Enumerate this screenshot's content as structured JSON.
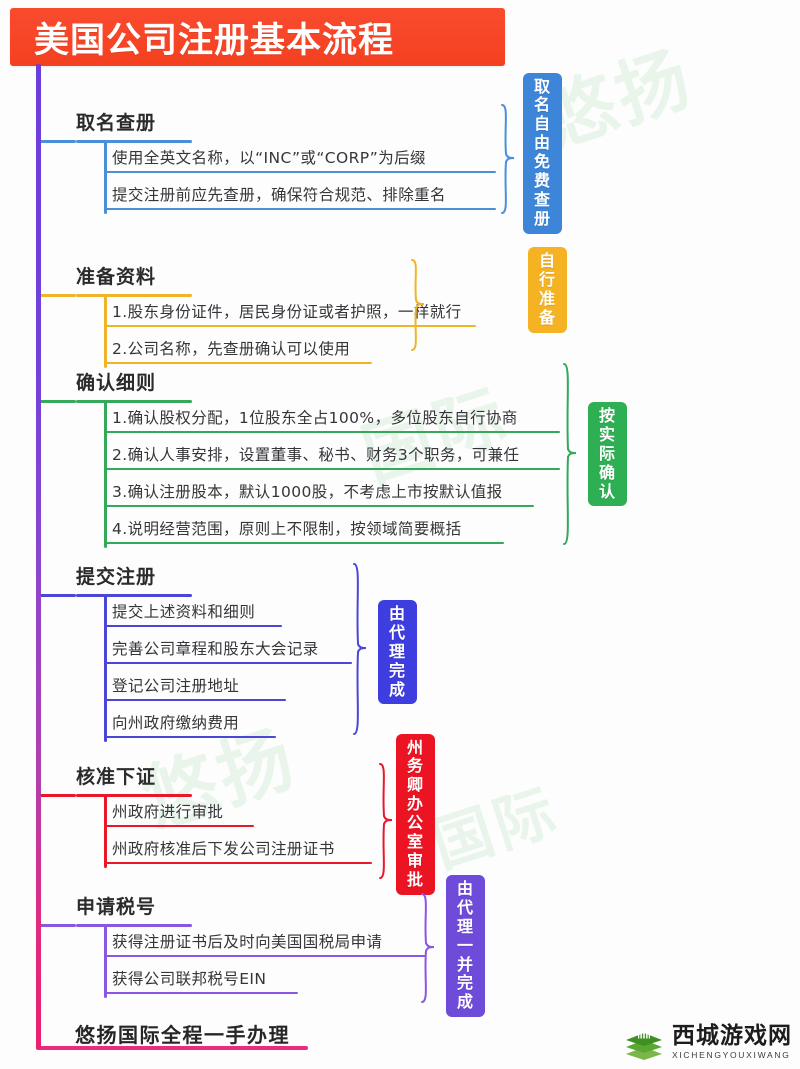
{
  "header": {
    "title": "美国公司注册基本流程",
    "bg_color": "#f3401f"
  },
  "watermark": {
    "text_1": "悠扬",
    "text_2": "国际",
    "text_3": "悠扬",
    "text_4": "国际"
  },
  "spine": {
    "gradient_start": "#6b3ddb",
    "gradient_end": "#ec1f6f"
  },
  "sections": [
    {
      "title": "取名查册",
      "color": "#4a90d9",
      "badge": {
        "lines": [
          "取名自由",
          "免费查册"
        ],
        "color": "#3d85d8"
      },
      "rows": [
        {
          "text": "使用全英文名称，以“INC”或“CORP”为后缀"
        },
        {
          "text": "提交注册前应先查册，确保符合规范、排除重名"
        }
      ]
    },
    {
      "title": "准备资料",
      "color": "#f0b429",
      "badge": {
        "lines": [
          "自行准备"
        ],
        "color": "#f5b324"
      },
      "rows": [
        {
          "text": "1.股东身份证件，居民身份证或者护照，一样就行"
        },
        {
          "text": "2.公司名称，先查册确认可以使用"
        }
      ]
    },
    {
      "title": "确认细则",
      "color": "#36a85a",
      "badge": {
        "lines": [
          "按实际确认"
        ],
        "color": "#2faf53"
      },
      "rows": [
        {
          "text": "1.确认股权分配，1位股东全占100%，多位股东自行协商"
        },
        {
          "text": "2.确认人事安排，设置董事、秘书、财务3个职务，可兼任"
        },
        {
          "text": "3.确认注册股本，默认1000股，不考虑上市按默认值报"
        },
        {
          "text": "4.说明经营范围，原则上不限制，按领域简要概括"
        }
      ]
    },
    {
      "title": "提交注册",
      "color": "#4a46d6",
      "badge": {
        "lines": [
          "由代理完成"
        ],
        "color": "#3d3de0"
      },
      "rows": [
        {
          "text": "提交上述资料和细则"
        },
        {
          "text": "完善公司章程和股东大会记录"
        },
        {
          "text": "登记公司注册地址"
        },
        {
          "text": "向州政府缴纳费用"
        }
      ]
    },
    {
      "title": "核准下证",
      "color": "#e8172a",
      "badge": {
        "lines": [
          "州务卿办公室审批"
        ],
        "color": "#ec1423"
      },
      "rows": [
        {
          "text": "州政府进行审批"
        },
        {
          "text": "州政府核准后下发公司注册证书"
        }
      ]
    },
    {
      "title": "申请税号",
      "color": "#8b57e0",
      "badge": {
        "lines": [
          "由代理一并完成"
        ],
        "color": "#6f4bda"
      },
      "rows": [
        {
          "text": "获得注册证书后及时向美国国税局申请"
        },
        {
          "text": "获得公司联邦税号EIN"
        }
      ]
    }
  ],
  "footer": {
    "text": "悠扬国际全程一手办理",
    "line_color": "#ea2b80"
  },
  "site_logo": {
    "cn": "西城游戏网",
    "en": "XICHENGYOUXIWANG",
    "mark_color": "#4c9a2a"
  }
}
